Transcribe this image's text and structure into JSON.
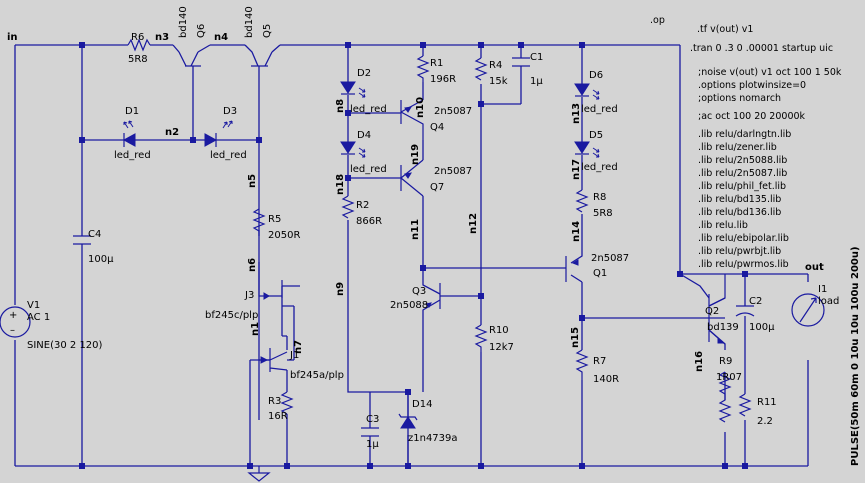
{
  "directives": [
    ".op",
    ".tf v(out) v1",
    ".tran 0 .3 0 .00001 startup uic",
    ";noise v(out) v1 oct 100 1 50k",
    ".options plotwinsize=0",
    ";options nomarch",
    ";ac oct 100 20 20000k",
    ".lib relu/darlngtn.lib",
    ".lib relu/zener.lib",
    ".lib relu/2n5088.lib",
    ".lib relu/2n5087.lib",
    ".lib relu/phil_fet.lib",
    ".lib relu/bd135.lib",
    ".lib relu/bd136.lib",
    ".lib relu.lib",
    ".lib relu/ebipolar.lib",
    ".lib relu/pwrbjt.lib",
    ".lib relu/pwrmos.lib"
  ],
  "nets": {
    "in": "in",
    "out": "out",
    "n2": "n2",
    "n3": "n3",
    "n4": "n4",
    "n5": "n5",
    "n6": "n6",
    "n1": "n1",
    "n7": "n7",
    "n8": "n8",
    "n9": "n9",
    "n10": "n10",
    "n11": "n11",
    "n12": "n12",
    "n13": "n13",
    "n14": "n14",
    "n15": "n15",
    "n16": "n16",
    "n17": "n17",
    "n18": "n18",
    "n19": "n19"
  },
  "components": {
    "R6": {
      "ref": "R6",
      "value": "5R8"
    },
    "Q6": {
      "ref": "Q6",
      "value": "bd140"
    },
    "Q5": {
      "ref": "Q5",
      "value": "bd140"
    },
    "D1": {
      "ref": "D1",
      "value": "led_red"
    },
    "D3": {
      "ref": "D3",
      "value": "led_red"
    },
    "C4": {
      "ref": "C4",
      "value": "100µ"
    },
    "V1": {
      "ref": "V1",
      "value": "AC 1",
      "extra": "SINE(30 2 120)"
    },
    "R5": {
      "ref": "R5",
      "value": "2050R"
    },
    "J3": {
      "ref": "J3",
      "value": "bf245c/plp"
    },
    "J1": {
      "ref": "J1",
      "value": "bf245a/plp"
    },
    "R3": {
      "ref": "R3",
      "value": "16R"
    },
    "D2": {
      "ref": "D2",
      "value": "led_red"
    },
    "D4": {
      "ref": "D4",
      "value": "led_red"
    },
    "R1": {
      "ref": "R1",
      "value": "196R"
    },
    "Q4": {
      "ref": "Q4",
      "value": "2n5087"
    },
    "Q7": {
      "ref": "Q7",
      "value": "2n5087"
    },
    "R2": {
      "ref": "R2",
      "value": "866R"
    },
    "R4": {
      "ref": "R4",
      "value": "15k"
    },
    "C1": {
      "ref": "C1",
      "value": "1µ"
    },
    "Q3": {
      "ref": "Q3",
      "value": "2n5088"
    },
    "R10": {
      "ref": "R10",
      "value": "12k7"
    },
    "C3": {
      "ref": "C3",
      "value": "1µ"
    },
    "D14": {
      "ref": "D14",
      "value": "z1n4739a"
    },
    "D6": {
      "ref": "D6",
      "value": "led_red"
    },
    "D5": {
      "ref": "D5",
      "value": "led_red"
    },
    "R8": {
      "ref": "R8",
      "value": "5R8"
    },
    "Q1": {
      "ref": "Q1",
      "value": "2n5087"
    },
    "R7": {
      "ref": "R7",
      "value": "140R"
    },
    "Q2": {
      "ref": "Q2",
      "value": "bd139"
    },
    "R9": {
      "ref": "R9",
      "value": "1R07"
    },
    "C2": {
      "ref": "C2",
      "value": "100µ"
    },
    "R11": {
      "ref": "R11",
      "value": "2.2"
    },
    "I1": {
      "ref": "I1",
      "value": "load",
      "extra": "PULSE(50m 60m 0 10u 10u 100u 200u)"
    }
  }
}
